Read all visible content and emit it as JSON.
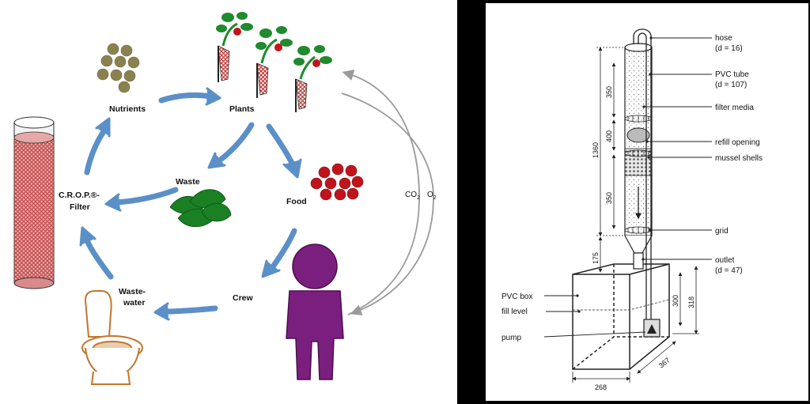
{
  "cycle": {
    "nutrients": "Nutrients",
    "plants": "Plants",
    "waste": "Waste",
    "food": "Food",
    "filter_line1": "C.R.O.P.®-",
    "filter_line2": "Filter",
    "wastewater_line1": "Waste-",
    "wastewater_line2": "water",
    "crew": "Crew",
    "co2": "CO",
    "co2_sub": "2",
    "o2": "O",
    "o2_sub": "2"
  },
  "colors": {
    "cycle_arrow": "#5b8fc7",
    "gas_arrow": "#9a9a9a",
    "nutrient": "#8a8150",
    "berry": "#c0141c",
    "leaf": "#1f8a2e",
    "waste": "#1b7f24",
    "crew": "#7b1f7f",
    "filter_fill": "#c95a5a",
    "toilet": "#c2762a"
  },
  "filter_diagram": {
    "labels": {
      "hose": "hose",
      "hose_d": "(d = 16)",
      "pvc_tube": "PVC tube",
      "pvc_tube_d": "(d = 107)",
      "filter_media": "filter media",
      "refill_opening": "refill opening",
      "mussel_shells": "mussel shells",
      "grid": "grid",
      "outlet": "outlet",
      "outlet_d": "(d = 47)",
      "pvc_box": "PVC box",
      "fill_level": "fill level",
      "pump": "pump"
    },
    "dimensions": {
      "d350_top": "350",
      "d400": "400",
      "d350_bottom": "350",
      "d1360": "1360",
      "d175": "175",
      "d300": "300",
      "d318": "318",
      "d268": "268",
      "d367": "367"
    }
  }
}
